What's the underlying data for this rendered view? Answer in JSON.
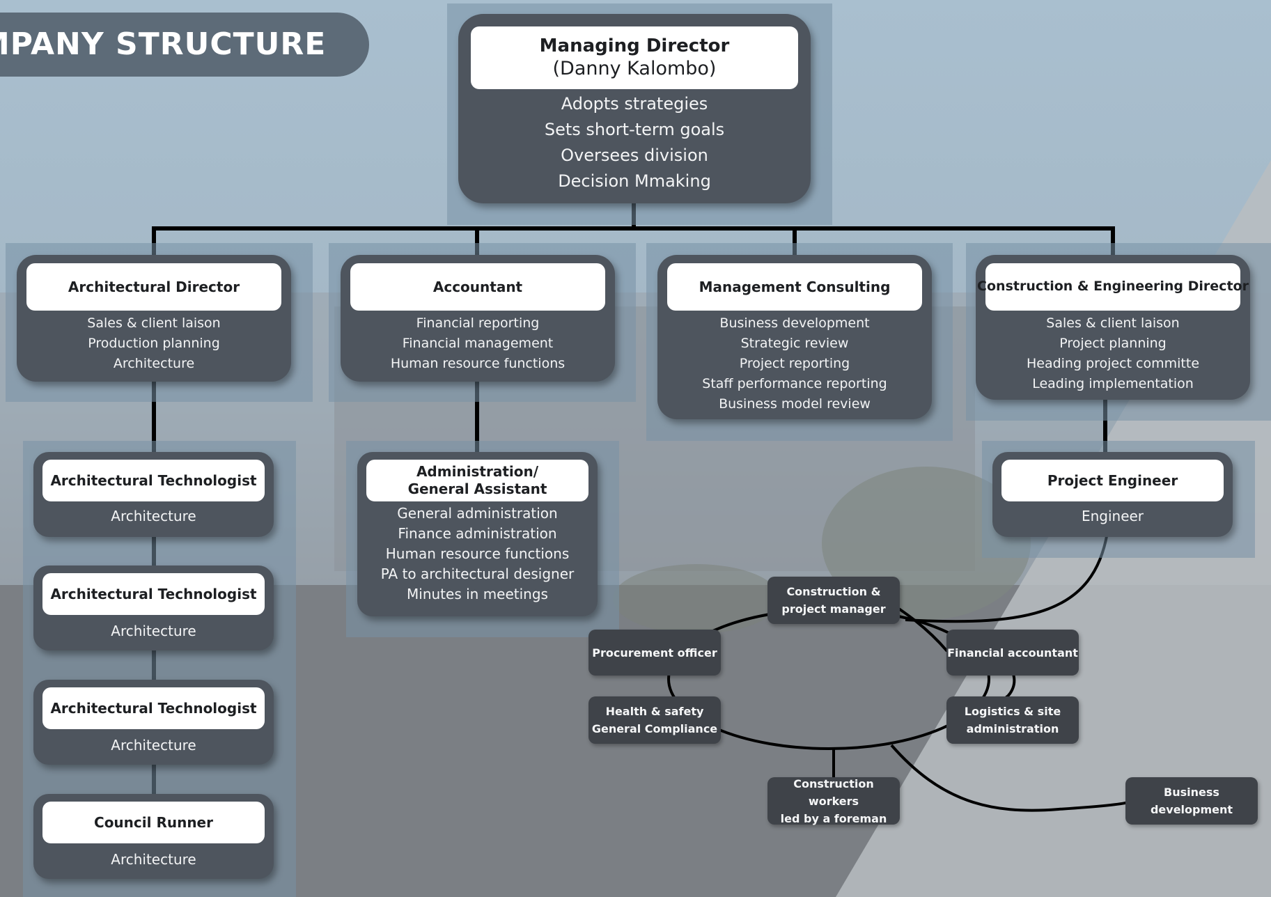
{
  "header": {
    "title": "MPANY STRUCTURE"
  },
  "managing_director": {
    "title": "Managing Director",
    "name": "(Danny Kalombo)",
    "duties": [
      "Adopts strategies",
      "Sets short-term goals",
      "Oversees division",
      "Decision Mmaking"
    ]
  },
  "directors": [
    {
      "title": "Architectural Director",
      "duties": [
        "Sales & client laison",
        "Production planning",
        "Architecture"
      ]
    },
    {
      "title": "Accountant",
      "duties": [
        "Financial reporting",
        "Financial management",
        "Human resource functions"
      ]
    },
    {
      "title": "Management Consulting",
      "duties": [
        "Business development",
        "Strategic review",
        "Project reporting",
        "Staff performance reporting",
        "Business model review"
      ]
    },
    {
      "title": "Construction & Engineering Director",
      "duties": [
        "Sales & client laison",
        "Project planning",
        "Heading project committe",
        "Leading implementation"
      ]
    }
  ],
  "architecture_staff": [
    {
      "title": "Architectural Technologist",
      "duty": "Architecture"
    },
    {
      "title": "Architectural Technologist",
      "duty": "Architecture"
    },
    {
      "title": "Architectural Technologist",
      "duty": "Architecture"
    },
    {
      "title": "Council Runner",
      "duty": "Architecture"
    }
  ],
  "admin_assistant": {
    "title_line1": "Administration/",
    "title_line2": "General Assistant",
    "duties": [
      "General administration",
      "Finance administration",
      "Human resource functions",
      "PA to architectural designer",
      "Minutes in meetings"
    ]
  },
  "project_engineer": {
    "title": "Project Engineer",
    "duty": "Engineer"
  },
  "site_team": {
    "construction_manager": [
      "Construction &",
      "project manager"
    ],
    "procurement": [
      "Procurement officer"
    ],
    "financial_accountant": [
      "Financial accountant"
    ],
    "health_safety": [
      "Health & safety",
      "General Compliance"
    ],
    "logistics": [
      "Logistics & site",
      "administration"
    ],
    "workers": [
      "Construction workers",
      "led by a foreman"
    ],
    "business_development": [
      "Business",
      "development"
    ]
  },
  "colors": {
    "card": "#4e555e",
    "pill": "#3f4349",
    "panel": "#7891a5",
    "line": "#000000",
    "header": "#5d6b78"
  }
}
